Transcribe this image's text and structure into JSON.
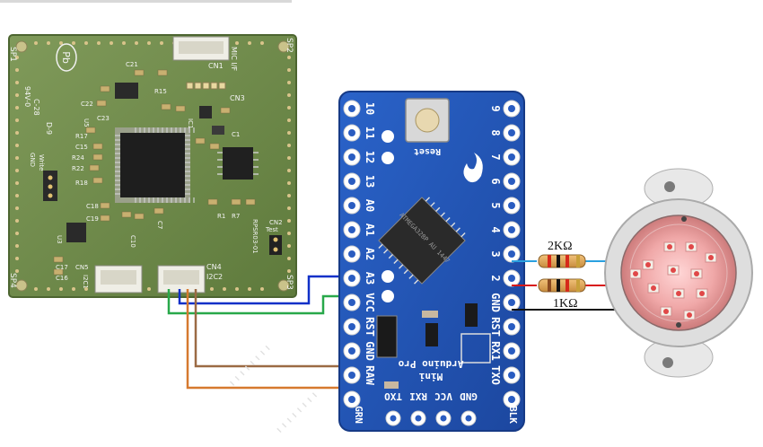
{
  "colors": {
    "sensor_board": "#6f8a4a",
    "arduino_board": "#2456b8",
    "wire_blue": "#1030c8",
    "wire_green": "#28a84a",
    "wire_orange": "#d6792f",
    "wire_brown": "#9b6a44",
    "wire_cyan": "#2aa0e0",
    "wire_red": "#d81818",
    "wire_black": "#111111"
  },
  "sensor_board": {
    "logo": "Pb",
    "labels": {
      "sp1": "SP1",
      "sp2": "SP2",
      "sp3": "SP3",
      "sp4": "SP4",
      "mic": "MIC I/F",
      "cn1": "CN1",
      "cn3": "CN3",
      "cn4": "CN4",
      "i2c2": "I2C2",
      "i2c1": "I2C1",
      "rpsr": "RPSR03-01",
      "c21": "C21",
      "c23": "C23",
      "c22": "C22",
      "r15": "R15",
      "ic1": "IC1",
      "c1": "C1",
      "r1": "R1",
      "r7": "R7",
      "u5": "U5",
      "c28": "C-28",
      "94v0": "94V-0",
      "d9": "D-9",
      "r17": "R17",
      "r24": "R24",
      "r22": "R22",
      "r18": "R18",
      "c15": "C15",
      "c18": "C18",
      "c19": "C19",
      "u3": "U3",
      "c17": "C17",
      "c16": "C16",
      "cn5": "CN5",
      "cn2": "CN2",
      "test": "Test",
      "gnd": "GND",
      "write": "Write",
      "c10": "C10",
      "c7": "C7"
    }
  },
  "arduino": {
    "name_1": "Arduino Pro",
    "name_2": "Mini",
    "reset": "Reset",
    "chip": "ATMEGA328P AU 1447",
    "left_pins": [
      "10",
      "11",
      "12",
      "13",
      "A0",
      "A1",
      "A2",
      "A3",
      "VCC",
      "RST",
      "GND",
      "RAW"
    ],
    "right_pins": [
      "9",
      "8",
      "7",
      "6",
      "5",
      "4",
      "3",
      "2",
      "GND",
      "RST",
      "RX1",
      "TXO"
    ],
    "bottom_pins": [
      "TXO",
      "RXI",
      "VCC",
      "GND"
    ],
    "corner_left": "GRN",
    "corner_right": "BLK"
  },
  "resistors": {
    "r_top": "2KΩ",
    "r_bottom": "1KΩ"
  }
}
